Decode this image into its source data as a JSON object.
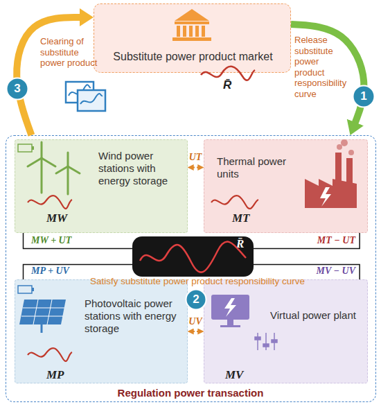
{
  "diagram": {
    "nodes": [
      {
        "text": [
          "Substitute power product market"
        ]
      },
      {
        "text": [
          "3"
        ]
      },
      {
        "text": [
          "1"
        ]
      },
      {
        "text": [
          "Regulation power transaction"
        ]
      },
      {
        "text": [
          "Wind power stations with energy storage",
          "MW"
        ],
        "in": 3
      },
      {
        "text": [
          "Thermal power units",
          "MT"
        ],
        "in": 3
      },
      {
        "text": [
          "R̄"
        ],
        "in": 3
      },
      {
        "text": [
          "2"
        ],
        "in": 3
      },
      {
        "text": [
          "Photovoltaic power stations with energy storage",
          "MP"
        ],
        "in": 3
      },
      {
        "text": [
          "Virtual power plant",
          "MV"
        ],
        "in": 3
      }
    ],
    "edges": [
      {
        "from": 0,
        "to": 3,
        "arrow": "to",
        "label": "Release substitute power product responsibility curve"
      },
      {
        "from": 3,
        "to": 0,
        "arrow": "to",
        "label": "Clearing of substitute power product"
      },
      {
        "from": 4,
        "to": 5,
        "arrow": "both",
        "label": "UT"
      },
      {
        "from": 8,
        "to": 9,
        "arrow": "both",
        "label": "UV"
      },
      {
        "from": 4,
        "to": 6,
        "arrow": "none",
        "label": "MW + UT"
      },
      {
        "from": 5,
        "to": 6,
        "arrow": "none",
        "label": "MT − UT"
      },
      {
        "from": 8,
        "to": 6,
        "arrow": "none",
        "label": "MP + UV"
      },
      {
        "from": 9,
        "to": 6,
        "arrow": "none",
        "label": "MV − UV"
      }
    ],
    "labels": [
      "R̄",
      "Satisfy substitute power product responsibility curve"
    ]
  }
}
